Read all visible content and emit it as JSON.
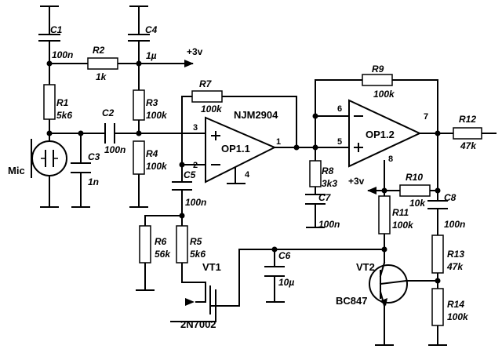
{
  "components": {
    "c1": {
      "ref": "C1",
      "value": "100n"
    },
    "c2": {
      "ref": "C2",
      "value": "100n"
    },
    "c3": {
      "ref": "C3",
      "value": "1n"
    },
    "c4": {
      "ref": "C4",
      "value": "1µ"
    },
    "c5": {
      "ref": "C5",
      "value": "100n"
    },
    "c6": {
      "ref": "C6",
      "value": "10µ"
    },
    "c7": {
      "ref": "C7",
      "value": "100n"
    },
    "c8": {
      "ref": "C8",
      "value": "100n"
    },
    "r1": {
      "ref": "R1",
      "value": "5k6"
    },
    "r2": {
      "ref": "R2",
      "value": "1k"
    },
    "r3": {
      "ref": "R3",
      "value": "100k"
    },
    "r4": {
      "ref": "R4",
      "value": "100k"
    },
    "r5": {
      "ref": "R5",
      "value": "5k6"
    },
    "r6": {
      "ref": "R6",
      "value": "56k"
    },
    "r7": {
      "ref": "R7",
      "value": "100k"
    },
    "r8": {
      "ref": "R8",
      "value": "3k3"
    },
    "r9": {
      "ref": "R9",
      "value": "100k"
    },
    "r10": {
      "ref": "R10",
      "value": "10k"
    },
    "r11": {
      "ref": "R11",
      "value": "100k"
    },
    "r12": {
      "ref": "R12",
      "value": "47k"
    },
    "r13": {
      "ref": "R13",
      "value": "47k"
    },
    "r14": {
      "ref": "R14",
      "value": "100k"
    },
    "op1": {
      "ref": "OP1.1",
      "part": "NJM2904"
    },
    "op2": {
      "ref": "OP1.2"
    },
    "vt1": {
      "ref": "VT1",
      "part": "2N7002"
    },
    "vt2": {
      "ref": "VT2",
      "part": "BC847"
    },
    "mic": {
      "ref": "Mic"
    }
  },
  "supply": {
    "top": "+3v",
    "mid": "+3v"
  },
  "pins": {
    "op1_in_plus": "3",
    "op1_in_minus": "2",
    "op1_out": "1",
    "op1_gnd": "4",
    "op2_in_minus": "6",
    "op2_in_plus": "5",
    "op2_out": "7",
    "op2_vcc": "8"
  }
}
